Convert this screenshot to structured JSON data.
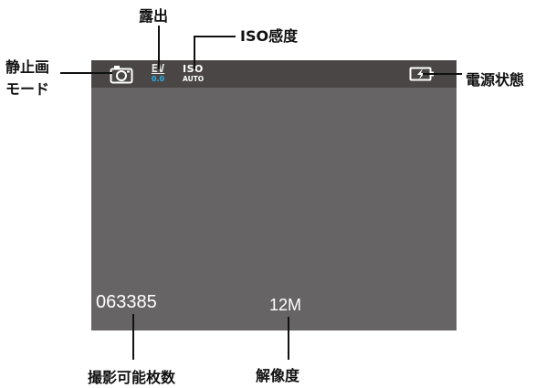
{
  "labels": {
    "exposure": "露出",
    "iso": "ISO感度",
    "still_mode_line1": "静止画",
    "still_mode_line2": "モード",
    "power": "電源状態",
    "shots": "撮影可能枚数",
    "resolution": "解像度"
  },
  "screen": {
    "ev_top": "EV",
    "ev_value": "0.0",
    "iso_top": "ISO",
    "iso_value": "AUTO",
    "shot_count": "063385",
    "resolution": "12M"
  },
  "icons": {
    "camera": "camera-icon",
    "battery": "battery-charging-icon"
  },
  "colors": {
    "screen_bg": "#666464",
    "topbar_bg": "#4a4646",
    "ev_value": "#27b0e6"
  }
}
